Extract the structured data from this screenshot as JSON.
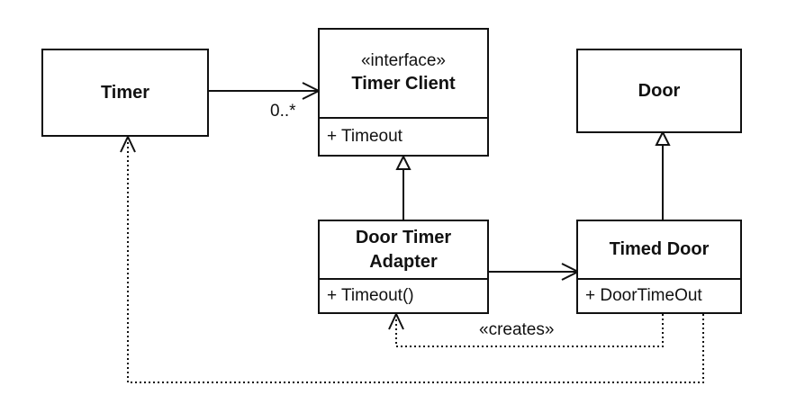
{
  "classes": {
    "timer": {
      "name": "Timer"
    },
    "timer_client": {
      "stereotype": "«interface»",
      "name": "Timer Client",
      "operation": "+ Timeout"
    },
    "door": {
      "name": "Door"
    },
    "door_timer_adapter": {
      "name_line1": "Door Timer",
      "name_line2": "Adapter",
      "operation": "+ Timeout()"
    },
    "timed_door": {
      "name": "Timed Door",
      "operation": "+ DoorTimeOut"
    }
  },
  "labels": {
    "multiplicity": "0..*",
    "creates": "«creates»"
  }
}
